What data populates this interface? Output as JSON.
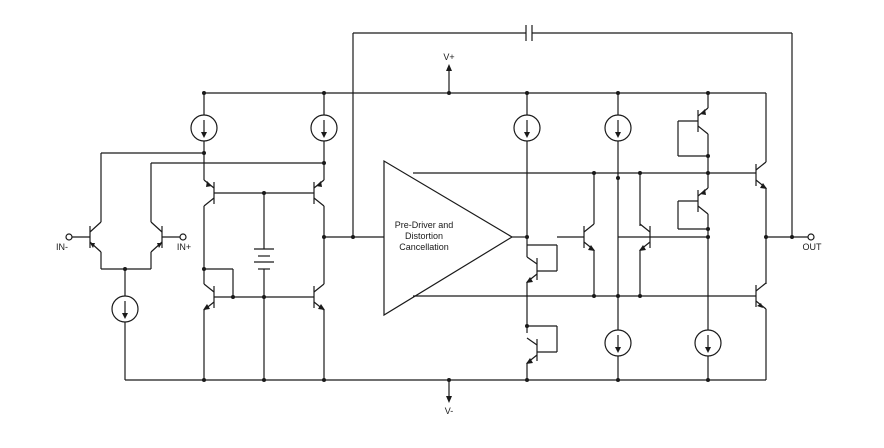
{
  "labels": {
    "vplus": "V+",
    "vminus": "V-",
    "in_minus": "IN-",
    "in_plus": "IN+",
    "out": "OUT"
  },
  "amplifier": {
    "line1": "Pre-Driver and",
    "line2": "Distortion",
    "line3": "Cancellation"
  },
  "colors": {
    "ink": "#1a1a1a",
    "background": "#ffffff"
  }
}
